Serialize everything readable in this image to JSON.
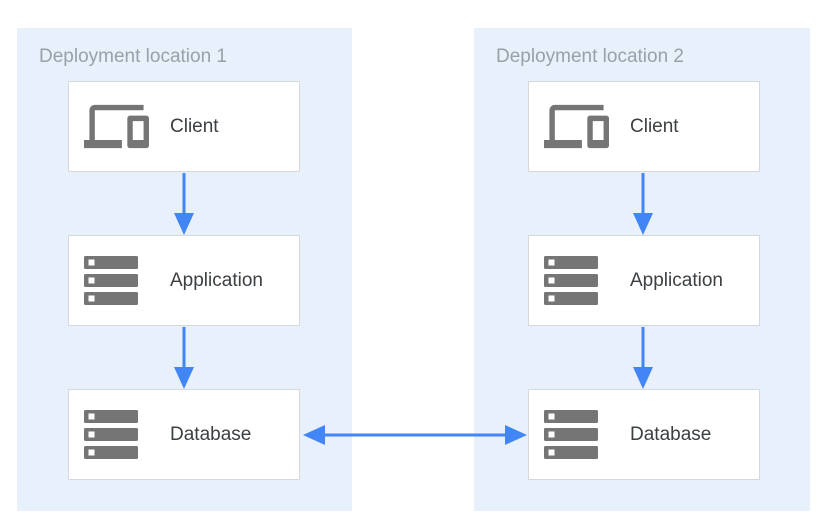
{
  "colors": {
    "page_bg": "#FFFFFF",
    "panel_bg": "#E7F0FB",
    "box_bg": "#FFFFFF",
    "box_border": "#D6D9DC",
    "arrow_blue": "#4285F4",
    "icon_gray": "#757575",
    "title_gray": "#9AA0A6",
    "label_dark": "#3C4043"
  },
  "panels": [
    {
      "title": "Deployment location 1",
      "nodes": [
        {
          "label": "Client",
          "icon": "devices-icon"
        },
        {
          "label": "Application",
          "icon": "server-stack-icon"
        },
        {
          "label": "Database",
          "icon": "server-stack-icon"
        }
      ]
    },
    {
      "title": "Deployment location 2",
      "nodes": [
        {
          "label": "Client",
          "icon": "devices-icon"
        },
        {
          "label": "Application",
          "icon": "server-stack-icon"
        },
        {
          "label": "Database",
          "icon": "server-stack-icon"
        }
      ]
    }
  ],
  "connections": [
    {
      "from": "Client",
      "to": "Application",
      "location": "Deployment location 1",
      "style": "arrow-down"
    },
    {
      "from": "Application",
      "to": "Database",
      "location": "Deployment location 1",
      "style": "arrow-down"
    },
    {
      "from": "Client",
      "to": "Application",
      "location": "Deployment location 2",
      "style": "arrow-down"
    },
    {
      "from": "Application",
      "to": "Database",
      "location": "Deployment location 2",
      "style": "arrow-down"
    },
    {
      "from": "Database (location 1)",
      "to": "Database (location 2)",
      "style": "double-headed-arrow"
    }
  ]
}
